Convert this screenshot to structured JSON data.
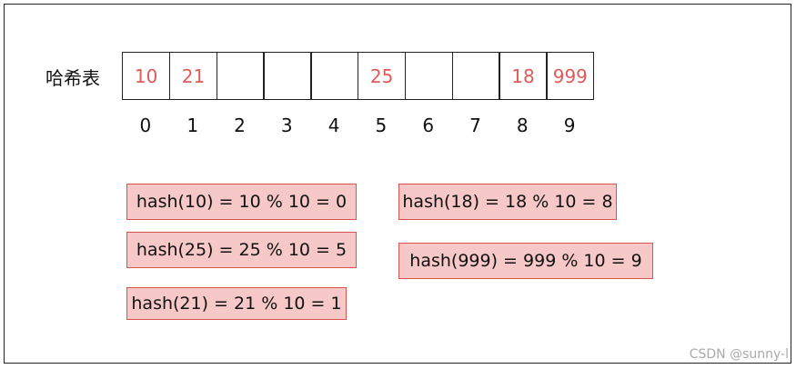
{
  "table_label": "哈希表",
  "cells": [
    "10",
    "21",
    "",
    "",
    "",
    "25",
    "",
    "",
    "18",
    "999"
  ],
  "indices": [
    "0",
    "1",
    "2",
    "3",
    "4",
    "5",
    "6",
    "7",
    "8",
    "9"
  ],
  "hash_boxes": [
    "hash(10) = 10 % 10 = 0",
    "hash(25) = 25 % 10 = 5",
    "hash(21) = 21 % 10 = 1",
    "hash(18) = 18 % 10 = 8",
    "hash(999) = 999 % 10 = 9"
  ],
  "watermark": "CSDN @sunny-l",
  "colors": {
    "value_text": "#e05a5a",
    "box_fill": "#f7c8c8",
    "box_border": "#d9534f"
  }
}
